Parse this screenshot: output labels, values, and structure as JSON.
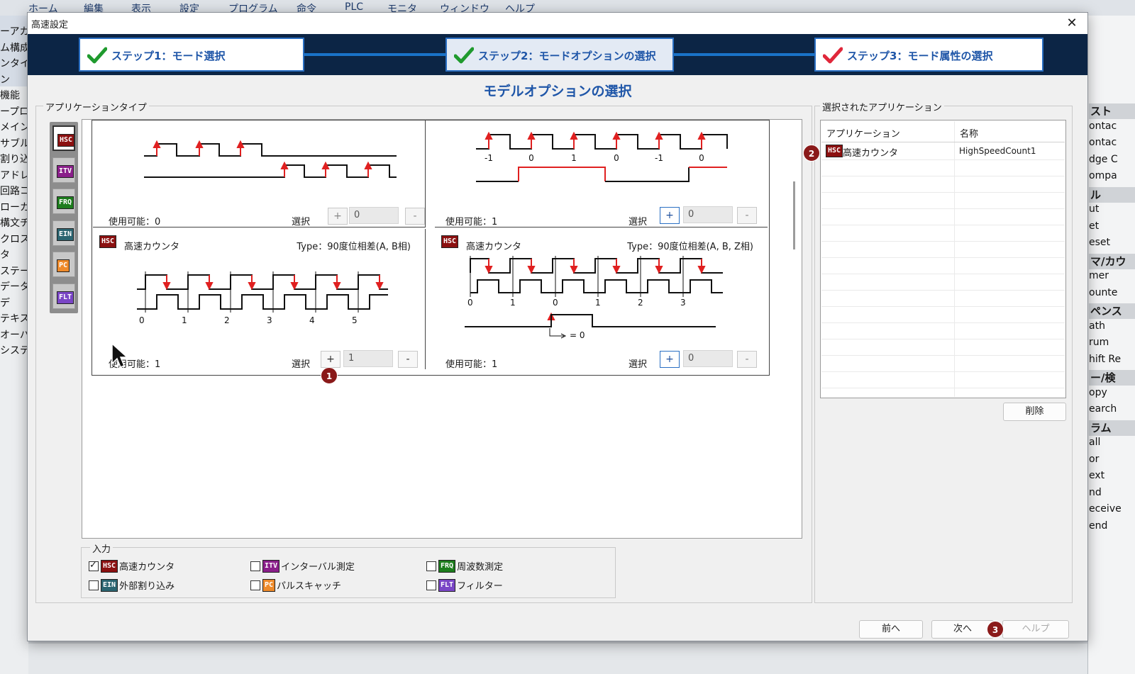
{
  "background": {
    "menu": [
      "ホーム",
      "編集",
      "表示",
      "設定",
      "プログラム",
      "命令",
      "PLC",
      "モニタ",
      "ウィンドウ",
      "ヘルプ"
    ],
    "left_items": [
      "ーアカ",
      "ム構成",
      "ンタイム",
      "ン",
      "機能",
      "ープロ",
      "メイン",
      "サブル",
      "割り込",
      "アドレ",
      "回路コ",
      "ローカ",
      "構文チ",
      "クロス",
      "タ",
      "ステー",
      "データ",
      "デ",
      "テキス",
      "オーバ",
      "システ"
    ],
    "right_items": [
      "スト",
      "ontac",
      "ontac",
      "dge C",
      "ompa",
      "ル",
      "ut",
      "et",
      "eset",
      "マ/カウ",
      "mer",
      "ounte",
      "ペンス",
      "ath",
      "rum",
      "hift Re",
      "ー/検",
      "opy",
      "earch",
      "ラム",
      "all",
      "or",
      "ext",
      "nd",
      "eceive",
      "end"
    ]
  },
  "dialog": {
    "title": "高速設定",
    "steps": [
      {
        "label": "ステップ1：モード選択",
        "state": "done"
      },
      {
        "label": "ステップ2：モードオプションの選択",
        "state": "done"
      },
      {
        "label": "ステップ3：モード属性の選択",
        "state": "current"
      }
    ],
    "heading": "モデルオプションの選択",
    "app_type_group": "アプリケーションタイプ",
    "type_icons": [
      "HSC",
      "ITV",
      "FRQ",
      "EIN",
      "PC",
      "FLT"
    ],
    "cells": [
      {
        "title": "",
        "type": "",
        "available": "使用可能：0",
        "select": "選択",
        "value": "0",
        "plus_enabled": false
      },
      {
        "title": "",
        "type": "",
        "available": "使用可能：1",
        "select": "選択",
        "value": "0",
        "plus_enabled": true
      },
      {
        "title": "高速カウンタ",
        "type": "Type：90度位相差(A, B相)",
        "available": "使用可能：1",
        "select": "選択",
        "value": "1",
        "plus_enabled": true
      },
      {
        "title": "高速カウンタ",
        "type": "Type：90度位相差(A, B, Z相)",
        "available": "使用可能：1",
        "select": "選択",
        "value": "0",
        "plus_enabled": true
      }
    ],
    "plus": "+",
    "minus": "-",
    "diagram_labels": {
      "cell2_ticks": [
        "-1",
        "0",
        "1",
        "0",
        "-1",
        "0"
      ],
      "cell3_ticks": [
        "0",
        "1",
        "2",
        "3",
        "4",
        "5"
      ],
      "cell4_ticks": [
        "0",
        "1",
        "0",
        "1",
        "2",
        "3"
      ],
      "cell4_note": "= 0"
    },
    "input_group": {
      "title": "入力",
      "items": [
        {
          "badge": "HSC",
          "label": "高速カウンタ",
          "checked": true
        },
        {
          "badge": "ITV",
          "label": "インターバル測定",
          "checked": false
        },
        {
          "badge": "FRQ",
          "label": "周波数測定",
          "checked": false
        },
        {
          "badge": "EIN",
          "label": "外部割り込み",
          "checked": false
        },
        {
          "badge": "PC",
          "label": "パルスキャッチ",
          "checked": false
        },
        {
          "badge": "FLT",
          "label": "フィルター",
          "checked": false
        }
      ]
    },
    "selected_group": "選択されたアプリケーション",
    "table": {
      "headers": [
        "アプリケーション",
        "名称"
      ],
      "rows": [
        {
          "badge": "HSC",
          "app": "高速カウンタ",
          "name": "HighSpeedCount1"
        }
      ]
    },
    "delete_btn": "削除",
    "prev_btn": "前へ",
    "next_btn": "次へ",
    "help_btn": "ヘルプ",
    "markers": [
      "1",
      "2",
      "3"
    ]
  },
  "colors": {
    "accent": "#1f56a8",
    "step_bar": "#0c2545",
    "marker": "#8a1a1a",
    "signal_edge": "#e02020"
  }
}
